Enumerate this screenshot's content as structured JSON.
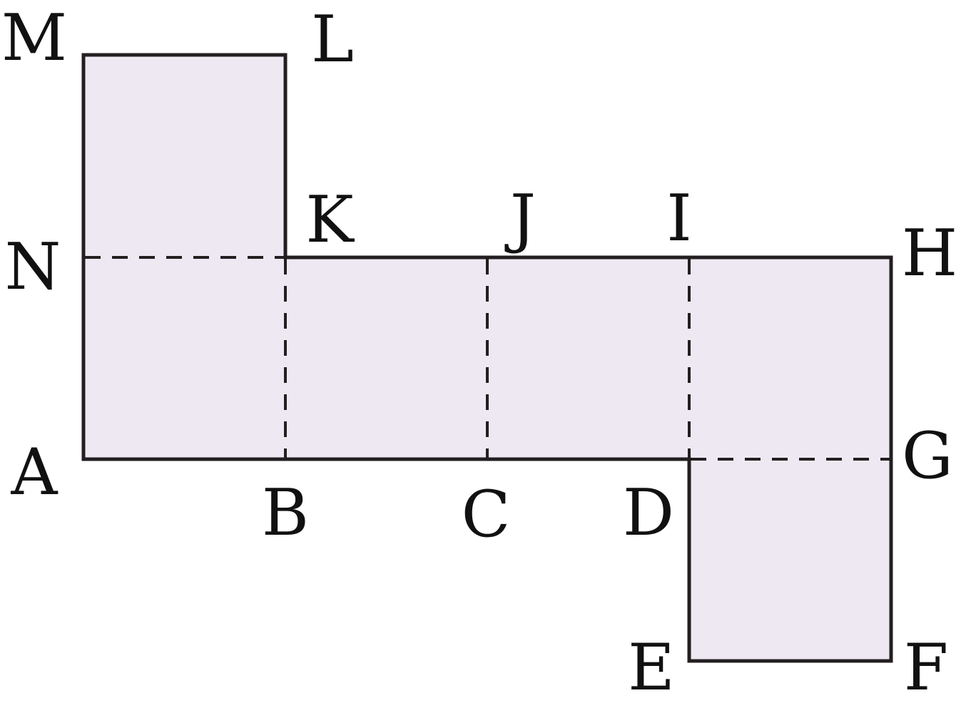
{
  "diagram": {
    "fill_color": "#ede8f2",
    "line_color": "#231f20",
    "vertices": {
      "A": "A",
      "B": "B",
      "C": "C",
      "D": "D",
      "E": "E",
      "F": "F",
      "G": "G",
      "H": "H",
      "I": "I",
      "J": "J",
      "K": "K",
      "L": "L",
      "M": "M",
      "N": "N"
    }
  }
}
